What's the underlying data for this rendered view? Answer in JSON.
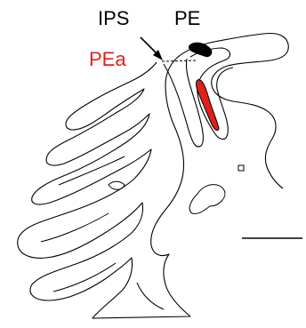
{
  "labels": {
    "ips": "IPS",
    "pe": "PE",
    "pea": "PEa"
  },
  "colors": {
    "outline": "#000000",
    "pea_label": "#e0201b",
    "pea_region": "#e0201b",
    "pe_region": "#000000",
    "background": "#ffffff"
  }
}
